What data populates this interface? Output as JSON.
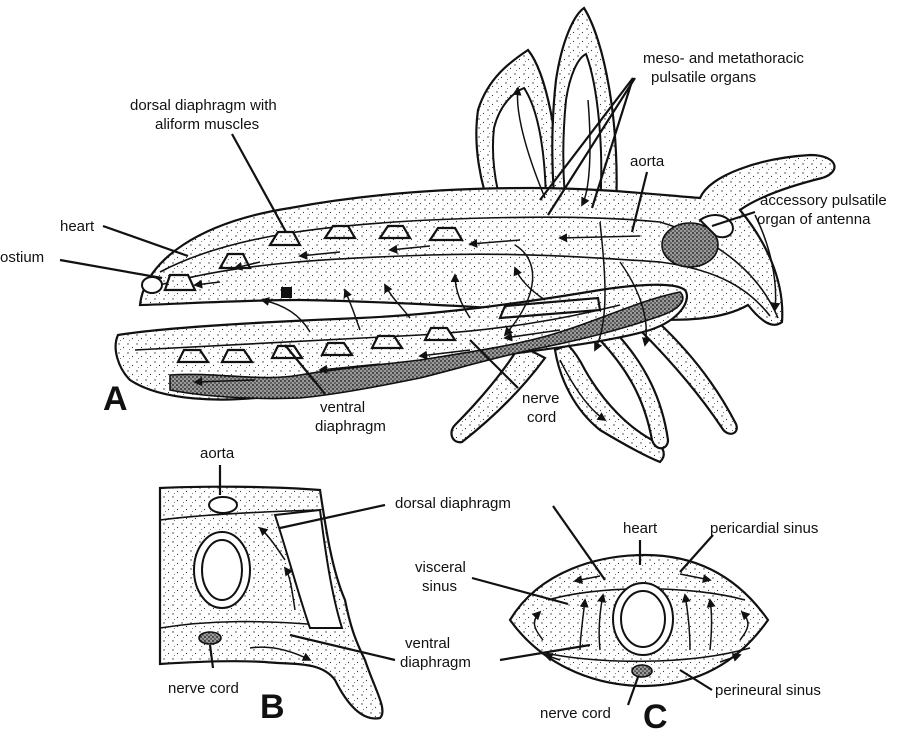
{
  "panels": {
    "a": {
      "letter": "A"
    },
    "b": {
      "letter": "B"
    },
    "c": {
      "letter": "C"
    }
  },
  "labels": {
    "a_meso_1": "meso- and metathoracic",
    "a_meso_2": "pulsatile organs",
    "a_dorsal_1": "dorsal diaphragm with",
    "a_dorsal_2": "aliform muscles",
    "a_aorta": "aorta",
    "a_accessory_1": "accessory pulsatile",
    "a_accessory_2": "organ of antenna",
    "a_heart": "heart",
    "a_ostium": "ostium",
    "a_ventral_1": "ventral",
    "a_ventral_2": "diaphragm",
    "a_nerve_1": "nerve",
    "a_nerve_2": "cord",
    "b_aorta": "aorta",
    "b_nerve": "nerve cord",
    "bc_dorsal": "dorsal diaphragm",
    "bc_ventral_1": "ventral",
    "bc_ventral_2": "diaphragm",
    "c_heart": "heart",
    "c_pericardial": "pericardial sinus",
    "c_visceral_1": "visceral",
    "c_visceral_2": "sinus",
    "c_perineural": "perineural sinus",
    "c_nerve": "nerve cord"
  },
  "colors": {
    "ink": "#111111",
    "paper": "#ffffff"
  }
}
